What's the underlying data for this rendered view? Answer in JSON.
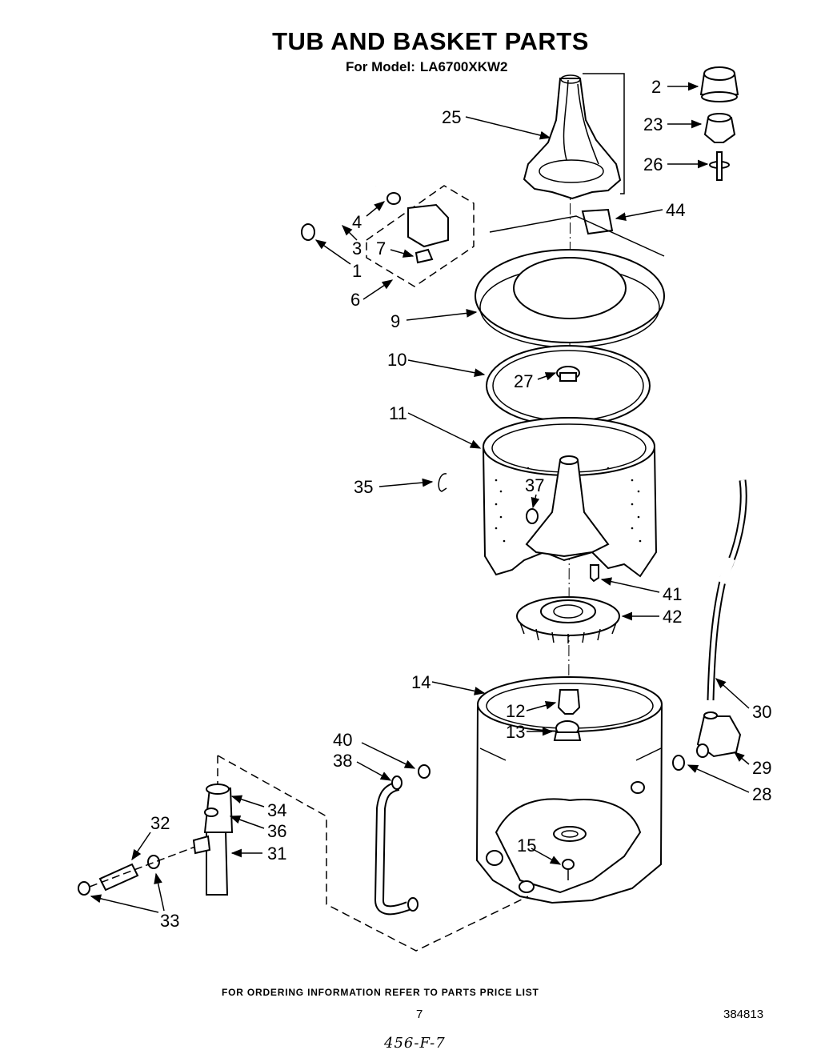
{
  "title": "TUB AND BASKET PARTS",
  "subtitle": {
    "label": "For Model:",
    "model": "LA6700XKW2"
  },
  "callouts": {
    "c1": "1",
    "c2": "2",
    "c3": "3",
    "c4": "4",
    "c6": "6",
    "c7": "7",
    "c9": "9",
    "c10": "10",
    "c11": "11",
    "c12": "12",
    "c13": "13",
    "c14": "14",
    "c15": "15",
    "c23": "23",
    "c25": "25",
    "c26": "26",
    "c27": "27",
    "c28": "28",
    "c29": "29",
    "c30": "30",
    "c31": "31",
    "c32": "32",
    "c33": "33",
    "c34": "34",
    "c35": "35",
    "c36": "36",
    "c37": "37",
    "c38": "38",
    "c40": "40",
    "c41": "41",
    "c42": "42",
    "c44": "44"
  },
  "footer": {
    "ordering_note": "FOR ORDERING INFORMATION REFER TO PARTS PRICE LIST",
    "page_number": "7",
    "document_number": "384813",
    "handwritten": "456-F-7"
  }
}
